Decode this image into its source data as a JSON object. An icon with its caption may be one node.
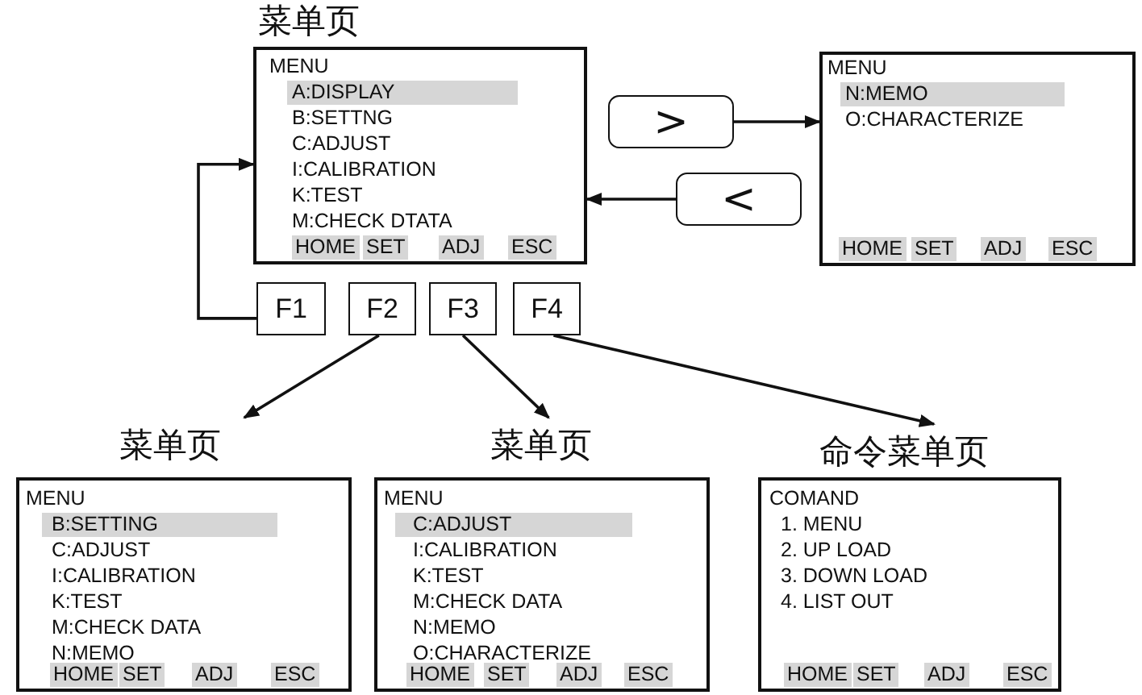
{
  "diagram": {
    "nodes": [
      {
        "text": [
          "菜单页",
          "MENU",
          "A:DISPLAY",
          "B:SETTNG",
          "C:ADJUST",
          "I:CALIBRATION",
          "K:TEST",
          "M:CHECK DTATA",
          "HOME",
          "SET",
          "ADJ",
          "ESC"
        ]
      },
      {
        "text": [
          "MENU",
          "N:MEMO",
          "O:CHARACTERIZE",
          "HOME",
          "SET",
          "ADJ",
          "ESC"
        ]
      },
      {
        "text": [
          ">"
        ]
      },
      {
        "text": [
          "<"
        ]
      },
      {
        "text": [
          "F1"
        ]
      },
      {
        "text": [
          "F2"
        ]
      },
      {
        "text": [
          "F3"
        ]
      },
      {
        "text": [
          "F4"
        ]
      },
      {
        "text": [
          "菜单页",
          "MENU",
          "B:SETTING",
          "C:ADJUST",
          "I:CALIBRATION",
          "K:TEST",
          "M:CHECK DATA",
          "N:MEMO",
          "HOME",
          "SET",
          "ADJ",
          "ESC"
        ]
      },
      {
        "text": [
          "菜单页",
          "MENU",
          "C:ADJUST",
          "I:CALIBRATION",
          "K:TEST",
          "M:CHECK DATA",
          "N:MEMO",
          "O:CHARACTERIZE",
          "HOME",
          "SET",
          "ADJ",
          "ESC"
        ]
      },
      {
        "text": [
          "命令菜单页",
          "COMAND",
          "1. MENU",
          "2. UP LOAD",
          "3. DOWN LOAD",
          "4. LIST OUT",
          "HOME",
          "SET",
          "ADJ",
          "ESC"
        ]
      }
    ],
    "edges": [
      {
        "from": 4,
        "to": 0,
        "arrow": "to"
      },
      {
        "from": 2,
        "to": 1,
        "arrow": "to"
      },
      {
        "from": 3,
        "to": 0,
        "arrow": "to"
      },
      {
        "from": 5,
        "to": 8,
        "arrow": "to"
      },
      {
        "from": 6,
        "to": 9,
        "arrow": "to"
      },
      {
        "from": 7,
        "to": 10,
        "arrow": "to"
      }
    ]
  }
}
